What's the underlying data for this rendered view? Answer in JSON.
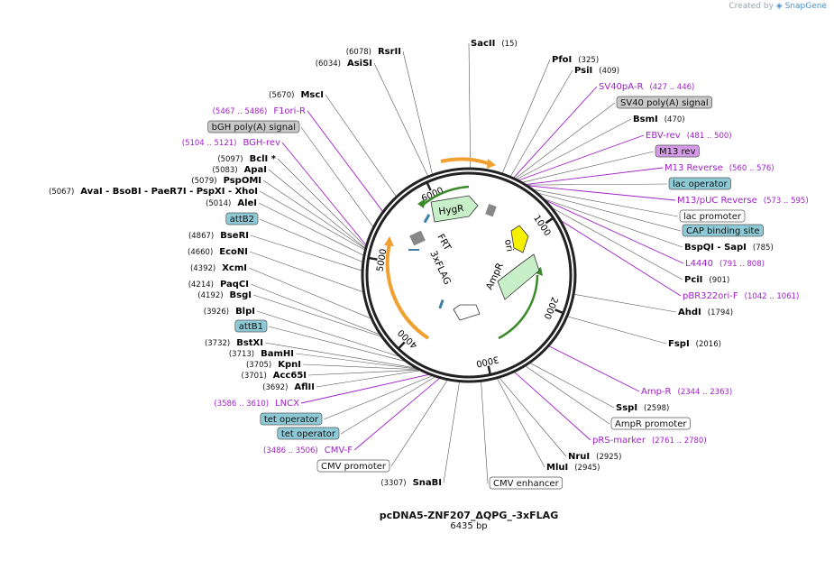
{
  "app": {
    "credit_prefix": "Created by",
    "credit_brand": "SnapGene"
  },
  "plasmid": {
    "name": "pcDNA5-ZNF207_ΔQPG_-3xFLAG",
    "length_label": "6435 bp"
  },
  "colors": {
    "primer": "#a020c8",
    "enzyme": "#000000",
    "feature_gray": "#c8c8c8",
    "feature_blue": "#8ec9d6",
    "feature_purple": "#d59ae6",
    "ring": "#222222",
    "orange_arc": "#f0a030",
    "green_arc": "#3a8a2a"
  },
  "ring_ticks": [
    "1000",
    "2000",
    "3000",
    "4000",
    "5000",
    "6000"
  ],
  "inner_features": [
    {
      "label": "HygR"
    },
    {
      "label": "FRT"
    },
    {
      "label": "ori"
    },
    {
      "label": "AmpR"
    },
    {
      "label": "3xFLAG"
    }
  ],
  "labels": [
    {
      "kind": "enzyme",
      "name": "SacII",
      "pos": "(15)"
    },
    {
      "kind": "enzyme",
      "name": "PfoI",
      "pos": "(325)"
    },
    {
      "kind": "enzyme",
      "name": "PsiI",
      "pos": "(409)"
    },
    {
      "kind": "primer",
      "name": "SV40pA-R",
      "pos": "(427 .. 446)"
    },
    {
      "kind": "box",
      "style": "gray",
      "name": "SV40 poly(A) signal"
    },
    {
      "kind": "enzyme",
      "name": "BsmI",
      "pos": "(470)"
    },
    {
      "kind": "primer",
      "name": "EBV-rev",
      "pos": "(481 .. 500)"
    },
    {
      "kind": "box",
      "style": "purple",
      "name": "M13 rev"
    },
    {
      "kind": "primer",
      "name": "M13 Reverse",
      "pos": "(560 .. 576)"
    },
    {
      "kind": "box",
      "style": "blue",
      "name": "lac operator"
    },
    {
      "kind": "primer",
      "name": "M13/pUC Reverse",
      "pos": "(573 .. 595)"
    },
    {
      "kind": "box",
      "style": "white",
      "name": "lac promoter"
    },
    {
      "kind": "box",
      "style": "blue",
      "name": "CAP binding site"
    },
    {
      "kind": "enzyme",
      "name": "BspQI - SapI",
      "pos": "(785)"
    },
    {
      "kind": "primer",
      "name": "L4440",
      "pos": "(791 .. 808)"
    },
    {
      "kind": "enzyme",
      "name": "PciI",
      "pos": "(901)"
    },
    {
      "kind": "primer",
      "name": "pBR322ori-F",
      "pos": "(1042 .. 1061)"
    },
    {
      "kind": "enzyme",
      "name": "AhdI",
      "pos": "(1794)"
    },
    {
      "kind": "enzyme",
      "name": "FspI",
      "pos": "(2016)"
    },
    {
      "kind": "primer",
      "name": "Amp-R",
      "pos": "(2344 .. 2363)"
    },
    {
      "kind": "enzyme",
      "name": "SspI",
      "pos": "(2598)"
    },
    {
      "kind": "box",
      "style": "white",
      "name": "AmpR promoter"
    },
    {
      "kind": "primer",
      "name": "pRS-marker",
      "pos": "(2761 .. 2780)"
    },
    {
      "kind": "enzyme",
      "name": "NruI",
      "pos": "(2925)"
    },
    {
      "kind": "enzyme",
      "name": "MluI",
      "pos": "(2945)"
    },
    {
      "kind": "box",
      "style": "white",
      "name": "CMV enhancer"
    },
    {
      "kind": "enzyme",
      "name": "SnaBI",
      "pos": "(3307)"
    },
    {
      "kind": "box",
      "style": "white",
      "name": "CMV promoter"
    },
    {
      "kind": "primer",
      "name": "CMV-F",
      "pos": "(3486 .. 3506)"
    },
    {
      "kind": "box",
      "style": "blue",
      "name": "tet operator"
    },
    {
      "kind": "box",
      "style": "blue",
      "name": "tet operator"
    },
    {
      "kind": "primer",
      "name": "LNCX",
      "pos": "(3586 .. 3610)"
    },
    {
      "kind": "enzyme",
      "name": "AflII",
      "pos": "(3692)"
    },
    {
      "kind": "enzyme",
      "name": "Acc65I",
      "pos": "(3701)"
    },
    {
      "kind": "enzyme",
      "name": "KpnI",
      "pos": "(3705)"
    },
    {
      "kind": "enzyme",
      "name": "BamHI",
      "pos": "(3713)"
    },
    {
      "kind": "enzyme",
      "name": "BstXI",
      "pos": "(3732)"
    },
    {
      "kind": "box",
      "style": "blue",
      "name": "attB1"
    },
    {
      "kind": "enzyme",
      "name": "BlpI",
      "pos": "(3926)"
    },
    {
      "kind": "enzyme",
      "name": "BsgI",
      "pos": "(4192)"
    },
    {
      "kind": "enzyme",
      "name": "PaqCI",
      "pos": "(4214)"
    },
    {
      "kind": "enzyme",
      "name": "XcmI",
      "pos": "(4392)"
    },
    {
      "kind": "enzyme",
      "name": "EcoNI",
      "pos": "(4660)"
    },
    {
      "kind": "enzyme",
      "name": "BseRI",
      "pos": "(4867)"
    },
    {
      "kind": "box",
      "style": "blue",
      "name": "attB2"
    },
    {
      "kind": "enzyme",
      "name": "AleI",
      "pos": "(5014)"
    },
    {
      "kind": "enzyme",
      "name": "AvaI - BsoBI - PaeR7I - PspXI - XhoI",
      "pos": "(5067)"
    },
    {
      "kind": "enzyme",
      "name": "PspOMI",
      "pos": "(5079)"
    },
    {
      "kind": "enzyme",
      "name": "ApaI",
      "pos": "(5083)"
    },
    {
      "kind": "enzyme",
      "name": "BclI *",
      "pos": "(5097)"
    },
    {
      "kind": "primer",
      "name": "BGH-rev",
      "pos": "(5104 .. 5121)"
    },
    {
      "kind": "box",
      "style": "gray",
      "name": "bGH poly(A) signal"
    },
    {
      "kind": "primer",
      "name": "F1ori-R",
      "pos": "(5467 .. 5486)"
    },
    {
      "kind": "enzyme",
      "name": "MscI",
      "pos": "(5670)"
    },
    {
      "kind": "enzyme",
      "name": "AsiSI",
      "pos": "(6034)"
    },
    {
      "kind": "enzyme",
      "name": "RsrII",
      "pos": "(6078)"
    }
  ]
}
